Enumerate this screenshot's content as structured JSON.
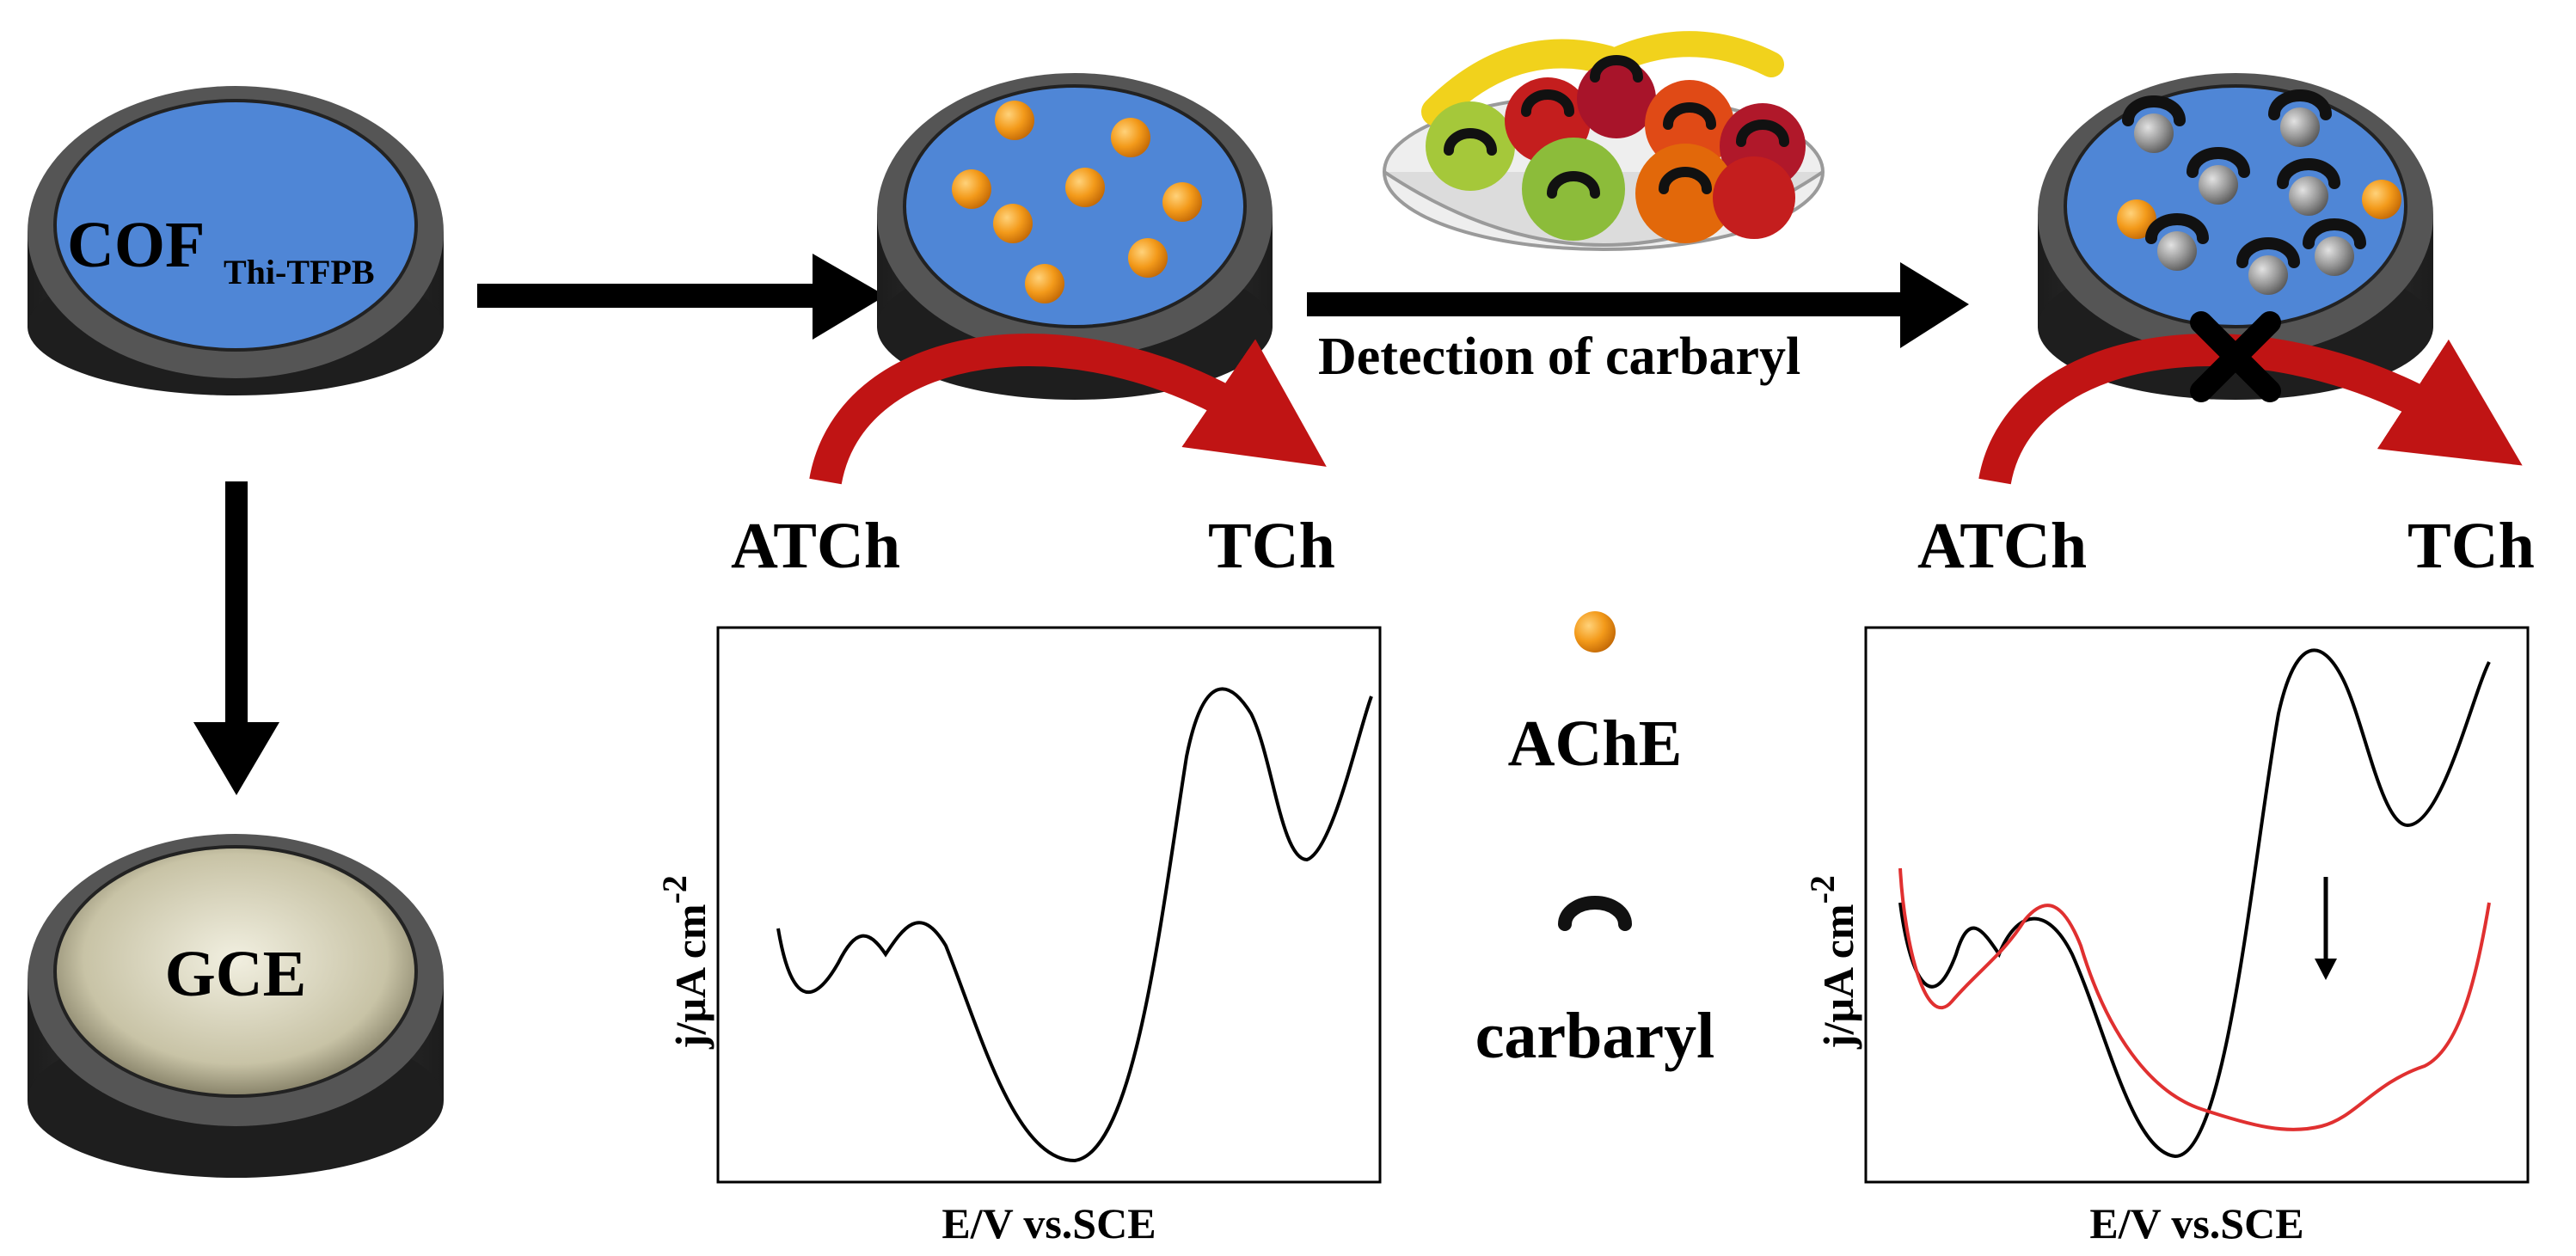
{
  "electrodes": {
    "cof_label": "COF",
    "cof_subscript": "Thi-TFPB",
    "gce_label": "GCE"
  },
  "reaction_labels": {
    "substrate_left": "ATCh",
    "product_left": "TCh",
    "substrate_right": "ATCh",
    "product_right": "TCh"
  },
  "process_label": "Detection of carbaryl",
  "legend": {
    "enzyme_label": "AChE",
    "inhibitor_label": "carbaryl"
  },
  "plots": {
    "left": {
      "xlabel": "E/V vs.SCE",
      "ylabel_main": "j/μA cm",
      "ylabel_superscript": "-2"
    },
    "right": {
      "xlabel": "E/V vs.SCE",
      "ylabel_main": "j/μA cm",
      "ylabel_superscript": "-2"
    }
  },
  "colors": {
    "electrode_blue": "#4f86d6",
    "electrode_rim": "#4a4a4a",
    "electrode_body": "#2b2b2b",
    "gce_gold": "#c8c3a6",
    "enzyme_orange": "#f39a1a",
    "inhibited_gray": "#8a8a8a",
    "arrow_red": "#c01414",
    "signal_red": "#e03030"
  }
}
